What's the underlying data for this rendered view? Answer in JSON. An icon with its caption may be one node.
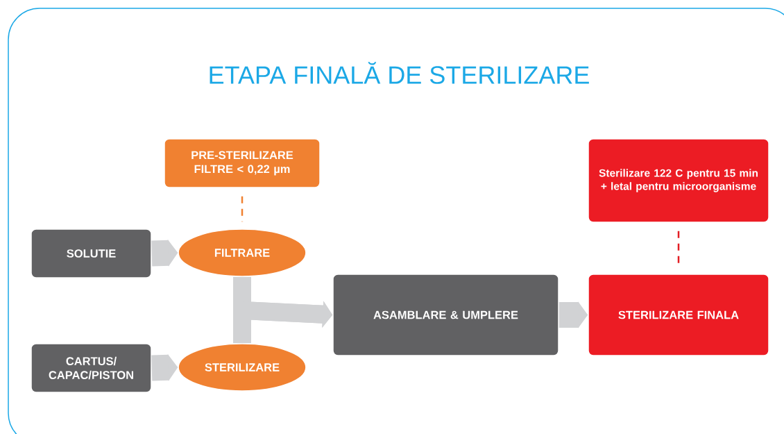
{
  "diagram": {
    "title": "ETAPA FINALĂ DE STERILIZARE",
    "nodes": [
      {
        "text": [
          "PRE-STERILIZARE FILTRE < 0,22 µm"
        ]
      },
      {
        "text": [
          "SOLUTIE"
        ]
      },
      {
        "text": [
          "FILTRARE"
        ]
      },
      {
        "text": [
          "CARTUS/ CAPAC/PISTON"
        ]
      },
      {
        "text": [
          "STERILIZARE"
        ]
      },
      {
        "text": [
          "ASAMBLARE & UMPLERE"
        ]
      },
      {
        "text": [
          "Sterilizare 122 C pentru 15 min + letal pentru microorganisme"
        ]
      },
      {
        "text": [
          "STERILIZARE FINALA"
        ]
      }
    ],
    "edges": [
      {
        "from": 0,
        "to": 2,
        "arrow": "none",
        "style": "dashed",
        "color": "#f08131"
      },
      {
        "from": 1,
        "to": 2,
        "arrow": "to"
      },
      {
        "from": 3,
        "to": 4,
        "arrow": "to"
      },
      {
        "from": 2,
        "to": 5,
        "arrow": "to"
      },
      {
        "from": 4,
        "to": 5,
        "arrow": "to"
      },
      {
        "from": 6,
        "to": 7,
        "arrow": "none",
        "style": "dashed",
        "color": "#e31e24"
      },
      {
        "from": 5,
        "to": 7,
        "arrow": "to"
      }
    ]
  }
}
